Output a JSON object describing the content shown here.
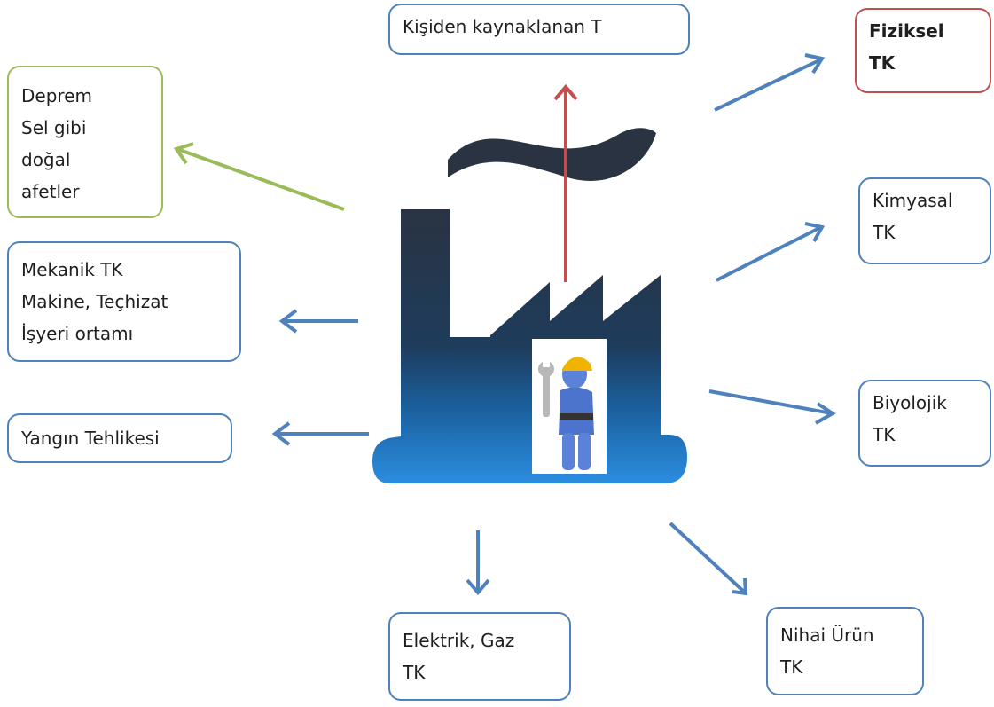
{
  "diagram": {
    "center": "factory-with-worker",
    "arrow_colors": {
      "default": "#4f81bd",
      "natural": "#9bbb59",
      "personal": "#c0504d"
    },
    "boxes": {
      "kisiden": {
        "lines": [
          "Kişiden kaynaklanan T"
        ]
      },
      "fiziksel": {
        "lines": [
          "Fiziksel",
          "TK"
        ]
      },
      "deprem": {
        "lines": [
          "Deprem",
          "Sel gibi",
          "doğal",
          "afetler"
        ]
      },
      "kimyasal": {
        "lines": [
          "Kimyasal",
          "TK"
        ]
      },
      "mekanik": {
        "lines": [
          "Mekanik TK",
          "Makine, Teçhizat",
          "İşyeri ortamı"
        ]
      },
      "yangin": {
        "lines": [
          "Yangın Tehlikesi"
        ]
      },
      "biyolojik": {
        "lines": [
          "Biyolojik",
          "TK"
        ]
      },
      "elektrik": {
        "lines": [
          "Elektrik, Gaz",
          "TK"
        ]
      },
      "nihai": {
        "lines": [
          "Nihai Ürün",
          "TK"
        ]
      }
    }
  }
}
